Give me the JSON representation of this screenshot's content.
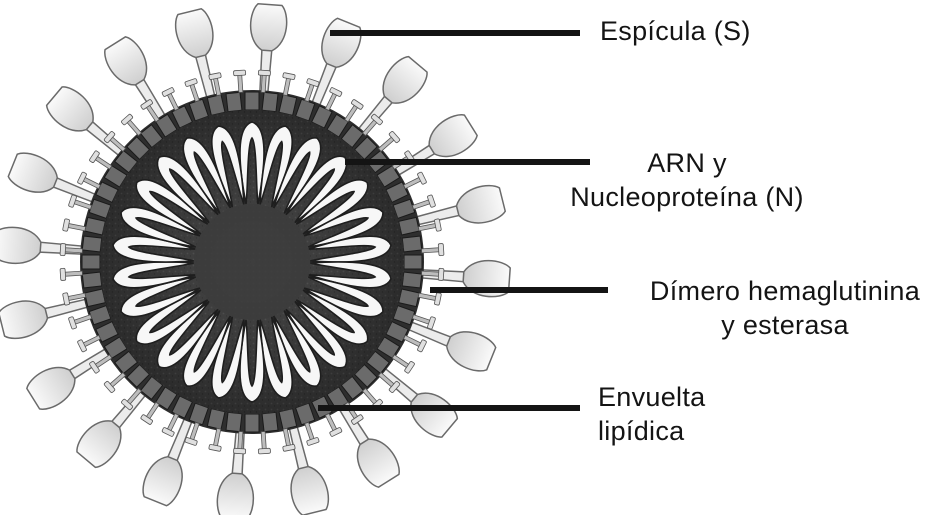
{
  "labels": {
    "spike": "Espícula (S)",
    "rna_line1": "ARN y",
    "rna_line2": "Nucleoproteína (N)",
    "dimer_line1": "Dímero hemaglutinina",
    "dimer_line2": "y esterasa",
    "envelope_line1": "Envuelta",
    "envelope_line2": "lipídica"
  },
  "colors": {
    "background": "#ffffff",
    "ink": "#141414",
    "envelope": "#2e2e2e",
    "core": "#3a3a3a",
    "spike_fill": "#ececec",
    "spike_stroke": "#6a6a6a",
    "loop_fill": "#f7f7f7"
  }
}
